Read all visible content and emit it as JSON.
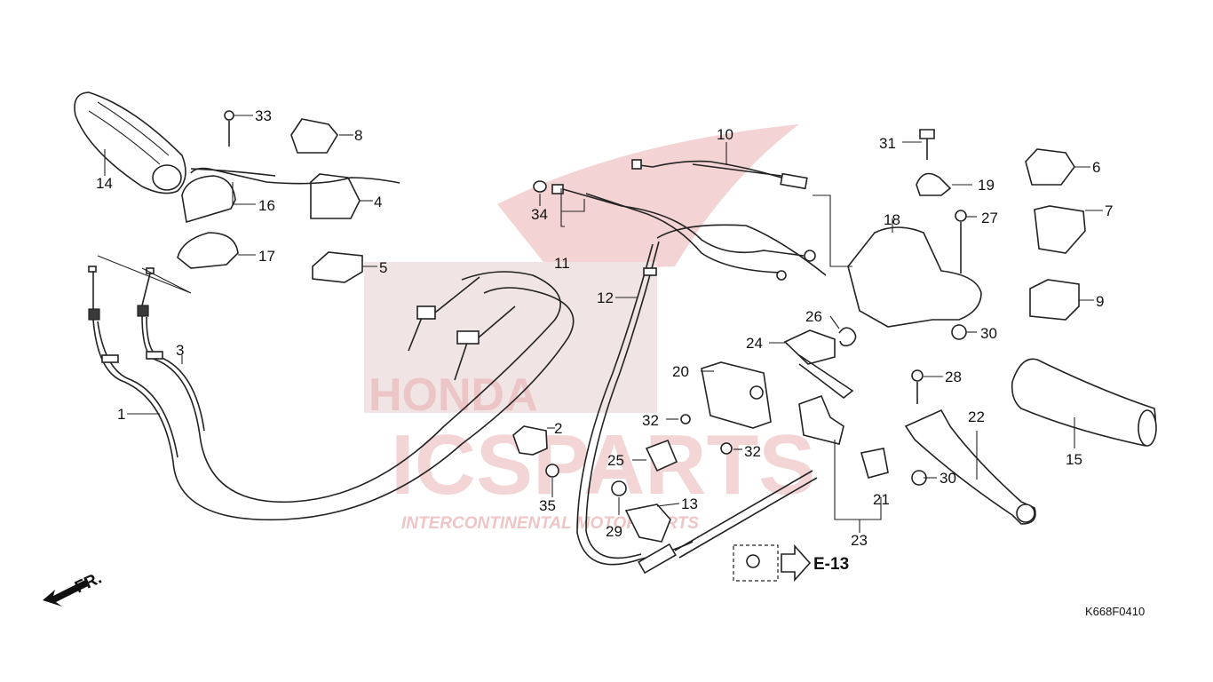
{
  "watermark": {
    "brand": "ICSPARTS",
    "tagline": "INTERCONTINENTAL MOTOR PARTS",
    "maker": "HONDA",
    "color": "#e9b2b2"
  },
  "part_labels": [
    "1",
    "2",
    "3",
    "4",
    "5",
    "6",
    "7",
    "8",
    "9",
    "10",
    "11",
    "12",
    "13",
    "14",
    "15",
    "16",
    "17",
    "18",
    "19",
    "20",
    "21",
    "22",
    "23",
    "24",
    "25",
    "26",
    "27",
    "28",
    "29",
    "30",
    "30",
    "31",
    "32",
    "32",
    "33",
    "34",
    "35"
  ],
  "reference": {
    "label": "E-13"
  },
  "direction": {
    "label": "FR."
  },
  "diagram_code": "K668F0410"
}
